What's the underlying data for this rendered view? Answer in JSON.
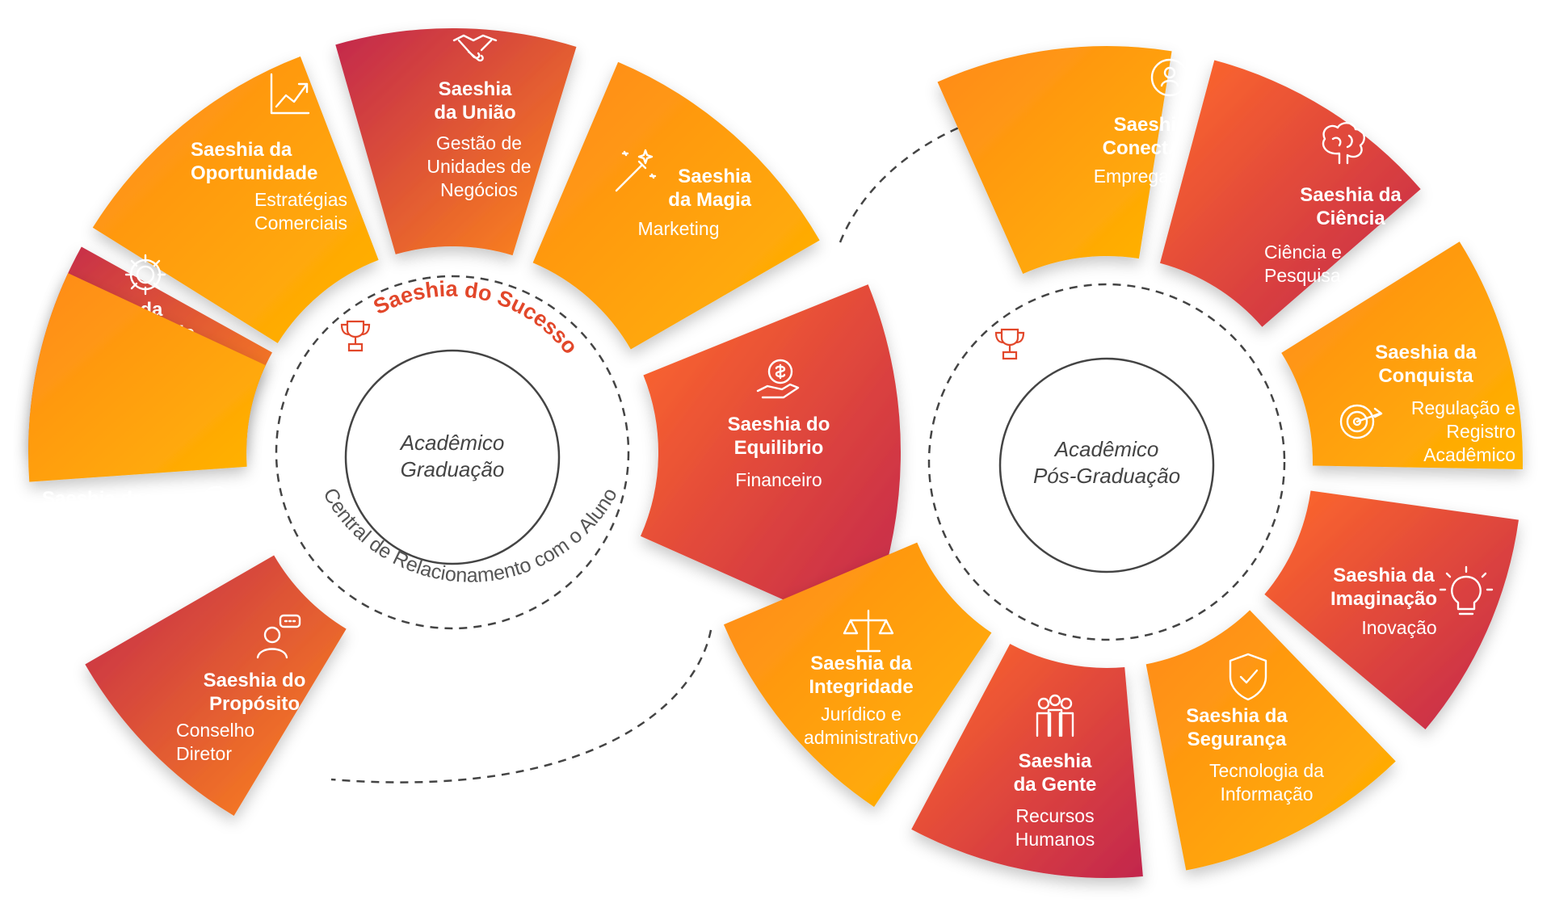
{
  "colors": {
    "orange": "#ff8a1a",
    "yellow": "#ffb400",
    "crimson": "#c2264d",
    "red_accent": "#e2472a",
    "ring": "#444444"
  },
  "left_cluster": {
    "center_line1": "Acadêmico",
    "center_line2": "Graduação",
    "ring_label": "Central de Relacionamento com o Aluno",
    "badge_label": "Saeshia do Sucesso",
    "badge_icon": "trophy-icon"
  },
  "right_cluster": {
    "center_line1": "Acadêmico",
    "center_line2": "Pós-Graduação",
    "badge_icon": "trophy-icon"
  },
  "segments": [
    {
      "id": "oportunidade",
      "title": [
        "Saeshia da",
        "Oportunidade"
      ],
      "subtitle": [
        "Estratégias",
        "Comerciais"
      ],
      "icon": "chart-up-icon",
      "scheme": "orange"
    },
    {
      "id": "uniao",
      "title": [
        "Saeshia",
        "da União"
      ],
      "subtitle": [
        "Gestão de",
        "Unidades de",
        "Negócios"
      ],
      "icon": "handshake-icon",
      "scheme": "crimson"
    },
    {
      "id": "magia",
      "title": [
        "Saeshia",
        "da Magia"
      ],
      "subtitle": [
        "Marketing"
      ],
      "icon": "magic-wand-icon",
      "scheme": "orange"
    },
    {
      "id": "engenharia",
      "title": [
        "Saeshia da",
        "Engenharia da",
        "Aprendizagem"
      ],
      "subtitle": [
        "Núcleo de Cursos"
      ],
      "icon": "gear-icon",
      "scheme": "crimson"
    },
    {
      "id": "experiencias",
      "title": [
        "Saeshia das",
        "Experiências"
      ],
      "subtitle": [
        "Núcleo de Aulas"
      ],
      "icon": "magnifier-check-icon",
      "scheme": "orange"
    },
    {
      "id": "proposito",
      "title": [
        "Saeshia do",
        "Propósito"
      ],
      "subtitle": [
        "Conselho",
        "Diretor"
      ],
      "icon": "person-speech-icon",
      "scheme": "crimson"
    },
    {
      "id": "equilibrio",
      "title": [
        "Saeshia do",
        "Equilibrio"
      ],
      "subtitle": [
        "Financeiro"
      ],
      "icon": "money-hand-icon",
      "scheme": "crimson"
    },
    {
      "id": "conectativos",
      "title": [
        "Saeshia do",
        "ConectAtivos"
      ],
      "subtitle": [
        "Empregabilidade"
      ],
      "icon": "search-person-icon",
      "scheme": "orange"
    },
    {
      "id": "ciencia",
      "title": [
        "Saeshia da",
        "Ciência"
      ],
      "subtitle": [
        "Ciência e",
        "Pesquisa"
      ],
      "icon": "brain-icon",
      "scheme": "crimson"
    },
    {
      "id": "conquista",
      "title": [
        "Saeshia da",
        "Conquista"
      ],
      "subtitle": [
        "Regulação e",
        "Registro",
        "Acadêmico"
      ],
      "icon": "target-icon",
      "scheme": "orange"
    },
    {
      "id": "imaginacao",
      "title": [
        "Saeshia da",
        "Imaginação"
      ],
      "subtitle": [
        "Inovação"
      ],
      "icon": "lightbulb-icon",
      "scheme": "crimson"
    },
    {
      "id": "seguranca",
      "title": [
        "Saeshia da",
        "Segurança"
      ],
      "subtitle": [
        "Tecnologia da",
        "Informação"
      ],
      "icon": "shield-check-icon",
      "scheme": "orange"
    },
    {
      "id": "gente",
      "title": [
        "Saeshia",
        "da Gente"
      ],
      "subtitle": [
        "Recursos",
        "Humanos"
      ],
      "icon": "people-icon",
      "scheme": "crimson"
    },
    {
      "id": "integridade",
      "title": [
        "Saeshia da",
        "Integridade"
      ],
      "subtitle": [
        "Jurídico e",
        "administrativo"
      ],
      "icon": "scales-icon",
      "scheme": "orange"
    }
  ]
}
